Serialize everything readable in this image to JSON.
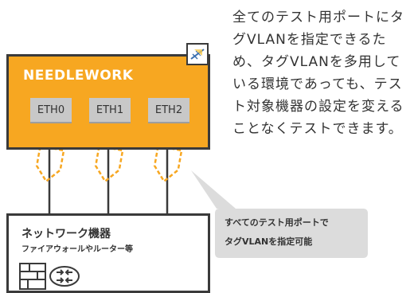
{
  "needlework": {
    "title": "NEEDLEWORK",
    "ports": [
      "ETH0",
      "ETH1",
      "ETH2"
    ]
  },
  "device": {
    "title": "ネットワーク機器",
    "subtitle": "ファイアウォールやルーター等"
  },
  "description": "全てのテスト用ポートにタグVLANを指定できるため、タグVLANを多用している環境であっても、テスト対象機器の設定を変えることなくテストできます。",
  "callout": {
    "line1": "すべてのテスト用ポートで",
    "line2": "タグVLANを指定可能"
  },
  "colors": {
    "accent": "#f7a721",
    "border": "#3a3a3a",
    "port_bg": "#c8c8c8",
    "callout_bg": "#dcdcdc"
  },
  "icons": {
    "logo": "needlework-logo-icon",
    "firewall": "firewall-brick-icon",
    "router": "router-icon",
    "vlan_tag": "vlan-tag-icon"
  }
}
